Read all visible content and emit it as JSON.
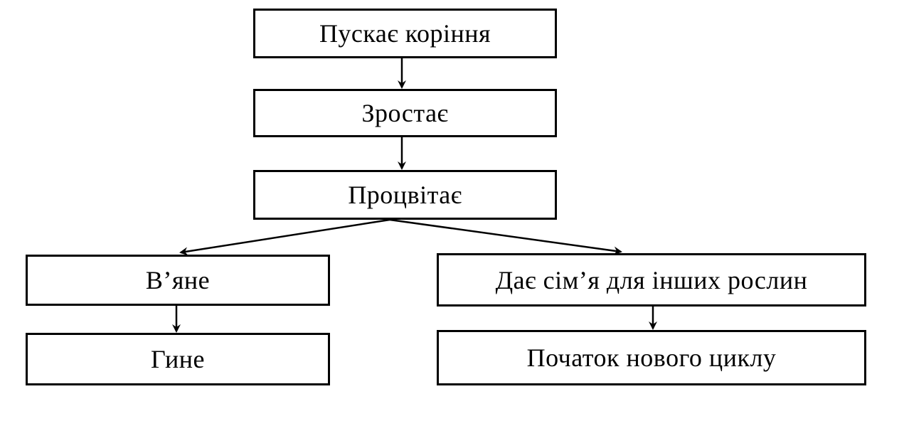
{
  "nodes": {
    "takes_root": "Пускає коріння",
    "grows": "Зростає",
    "flourishes": "Процвітає",
    "withers": "В’яне",
    "dies": "Гине",
    "gives_seeds": "Дає сім’я для інших рослин",
    "new_cycle": "Початок нового циклу"
  },
  "edges": [
    {
      "from": "takes_root",
      "to": "grows"
    },
    {
      "from": "grows",
      "to": "flourishes"
    },
    {
      "from": "flourishes",
      "to": "withers"
    },
    {
      "from": "flourishes",
      "to": "gives_seeds"
    },
    {
      "from": "withers",
      "to": "dies"
    },
    {
      "from": "gives_seeds",
      "to": "new_cycle"
    }
  ]
}
